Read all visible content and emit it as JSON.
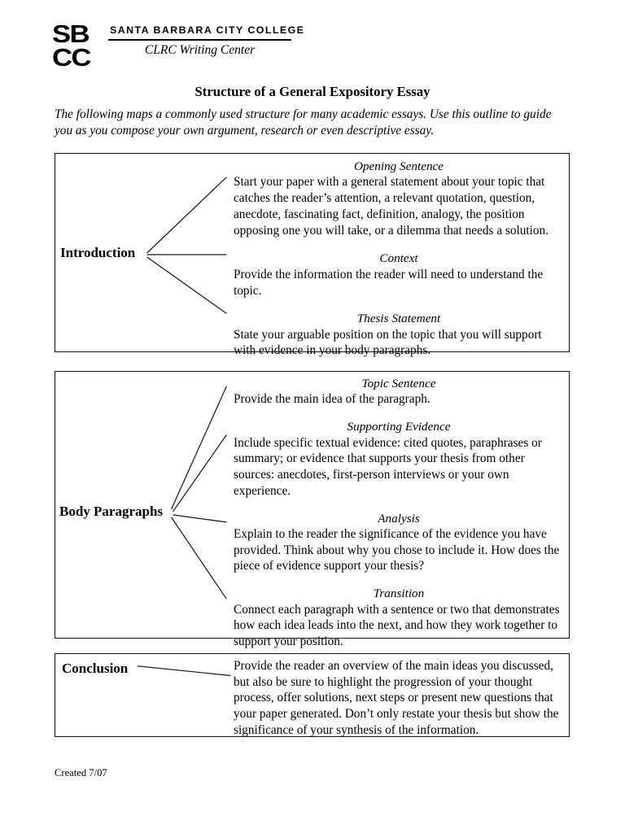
{
  "header": {
    "logo_line1": "SB",
    "logo_line2": "CC",
    "college_name": "SANTA BARBARA CITY COLLEGE",
    "center_name": "CLRC Writing Center"
  },
  "title": "Structure of a General Expository Essay",
  "intro": "The following maps a commonly used structure for many academic essays. Use this outline to guide you as you compose your own argument, research or even descriptive essay.",
  "sections": [
    {
      "label": "Introduction",
      "items": [
        {
          "title": "Opening Sentence",
          "body": "Start your paper with a general statement about your topic that catches the reader’s attention, a relevant quotation, question, anecdote, fascinating fact, definition, analogy, the position opposing one you will take, or a dilemma that needs a solution."
        },
        {
          "title": "Context",
          "body": "Provide the information the reader will need to understand the topic."
        },
        {
          "title": "Thesis Statement",
          "body": "State your arguable position on the topic that you will support with evidence in your body paragraphs."
        }
      ]
    },
    {
      "label": "Body Paragraphs",
      "items": [
        {
          "title": "Topic Sentence",
          "body": "Provide the main idea of the paragraph."
        },
        {
          "title": "Supporting Evidence",
          "body": "Include specific textual evidence: cited quotes, paraphrases or summary; or evidence that supports your thesis from other sources: anecdotes, first-person interviews or your own experience."
        },
        {
          "title": "Analysis",
          "body": "Explain to the reader the significance of the evidence you have provided. Think about why you chose to include it. How does the piece of evidence support your thesis?"
        },
        {
          "title": "Transition",
          "body": "Connect each paragraph with a sentence or two that demonstrates how each idea leads into the next, and how they work together to support your position."
        }
      ]
    },
    {
      "label": "Conclusion",
      "items": [
        {
          "title": "",
          "body": "Provide the reader an overview of the main ideas you discussed, but also be sure to highlight the progression of your thought process, offer solutions, next steps or present new questions that your paper generated. Don’t only restate your thesis but show the significance of  your synthesis of the information."
        }
      ]
    }
  ],
  "footer": "Created 7/07",
  "colors": {
    "ink": "#000000",
    "rule": "#111111",
    "page_background": "#ffffff"
  }
}
